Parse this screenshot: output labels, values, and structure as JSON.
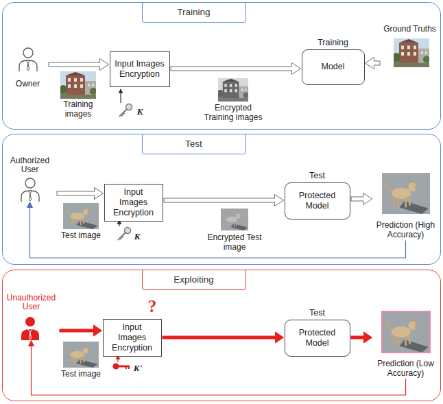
{
  "diagram": {
    "nodes": [
      {
        "text": [
          "Training"
        ]
      },
      {
        "text": [
          "Owner"
        ],
        "in": 0
      },
      {
        "text": [
          "Input Images Encryption"
        ],
        "in": 0
      },
      {
        "text": [
          "Training",
          "Model"
        ],
        "in": 0
      },
      {
        "text": [
          "Ground Truths"
        ],
        "in": 0
      },
      {
        "text": [
          "Test"
        ]
      },
      {
        "text": [
          "Authorized User"
        ],
        "in": 5
      },
      {
        "text": [
          "Input Images Encryption"
        ],
        "in": 5
      },
      {
        "text": [
          "Test",
          "Protected Model"
        ],
        "in": 5
      },
      {
        "text": [
          "Prediction (High Accuracy)"
        ],
        "in": 5
      },
      {
        "text": [
          "Exploiting"
        ]
      },
      {
        "text": [
          "Unauthorized User"
        ],
        "in": 10
      },
      {
        "text": [
          "Input Images Encryption"
        ],
        "in": 10
      },
      {
        "text": [
          "Test",
          "Protected Model"
        ],
        "in": 10
      },
      {
        "text": [
          "Prediction (Low Accuracy)"
        ],
        "in": 10
      }
    ],
    "edges": [
      {
        "from": 1,
        "to": 2,
        "arrow": "to"
      },
      {
        "from": 2,
        "to": 3,
        "arrow": "to"
      },
      {
        "from": 4,
        "to": 3,
        "arrow": "to"
      },
      {
        "from": 6,
        "to": 7,
        "arrow": "to"
      },
      {
        "from": 7,
        "to": 8,
        "arrow": "to"
      },
      {
        "from": 8,
        "to": 9,
        "arrow": "to"
      },
      {
        "from": 9,
        "to": 6,
        "arrow": "to"
      },
      {
        "from": 11,
        "to": 12,
        "arrow": "to"
      },
      {
        "from": 12,
        "to": 13,
        "arrow": "to"
      },
      {
        "from": 13,
        "to": 14,
        "arrow": "to"
      },
      {
        "from": 14,
        "to": 11,
        "arrow": "to"
      }
    ],
    "labels": [
      "Training images",
      "K",
      "Encrypted Training images",
      "Test image",
      "K",
      "Encrypted Test image",
      "Test image",
      "K'",
      "?"
    ]
  }
}
